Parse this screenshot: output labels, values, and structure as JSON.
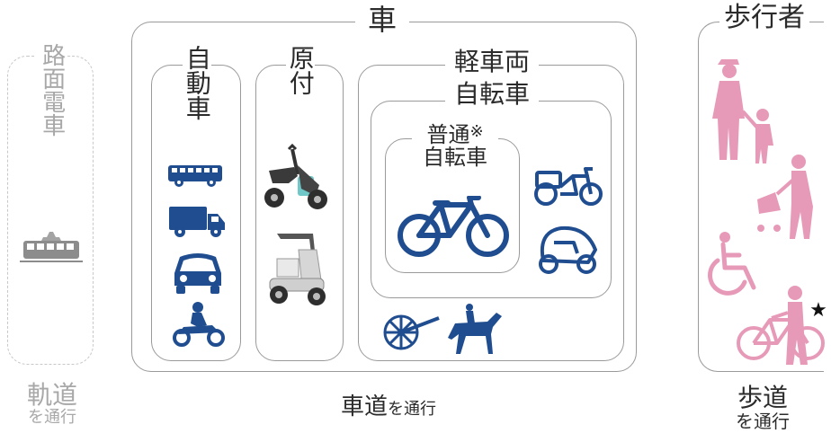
{
  "tram": {
    "title": "路面電車",
    "caption_main": "軌道",
    "caption_sub": "を通行"
  },
  "vehicle": {
    "title": "車",
    "automobile": "自動車",
    "moped": "原付",
    "light_vehicle": "軽車両",
    "bicycle": "自転車",
    "ordinary_bicycle_line1": "普通",
    "ordinary_bicycle_mark": "※",
    "ordinary_bicycle_line2": "自転車",
    "caption_main": "車道",
    "caption_sub": "を通行"
  },
  "pedestrian": {
    "title": "歩行者",
    "star": "★",
    "caption_main": "歩道",
    "caption_sub": "を通行"
  },
  "colors": {
    "vehicle": "#1f4d8f",
    "pedestrian": "#e79ab8",
    "tram": "#8c8c8c"
  }
}
